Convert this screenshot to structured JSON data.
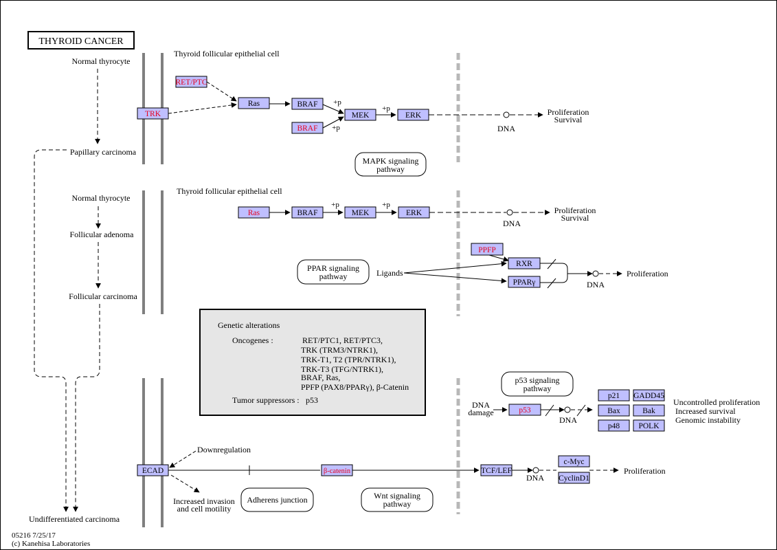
{
  "title": "THYROID  CANCER",
  "footer": {
    "code": "05216 7/25/17",
    "copyright": "(c) Kanehisa Laboratories"
  },
  "colors": {
    "node_fill": "#bfbfff",
    "node_stroke": "#000000",
    "alt_text": "#e6001c",
    "membrane": "#7f7f7f",
    "nucleus": "#b8b8b8",
    "legend_fill": "#e6e6e6"
  },
  "left_column": {
    "normal_thyrocyte_1": "Normal thyrocyte",
    "papillary": "Papillary carcinoma",
    "normal_thyrocyte_2": "Normal thyrocyte",
    "follicular_adenoma": "Follicular adenoma",
    "follicular_carcinoma": "Follicular carcinoma",
    "undifferentiated": "Undifferentiated carcinoma"
  },
  "section1": {
    "cell_label": "Thyroid follicular epithelial cell",
    "nodes": {
      "retptc": "RET/PTC",
      "trk": "TRK",
      "ras": "Ras",
      "braf": "BRAF",
      "braf_mut": "BRAF",
      "mek": "MEK",
      "erk": "ERK"
    },
    "p1": "+p",
    "p2": "+p",
    "p3": "+p",
    "dna": "DNA",
    "outcome_1": "Proliferation",
    "outcome_2": "Survival",
    "pathway": [
      "MAPK signaling",
      "pathway"
    ]
  },
  "section2": {
    "cell_label": "Thyroid follicular epithelial cell",
    "nodes": {
      "ras": "Ras",
      "braf": "BRAF",
      "mek": "MEK",
      "erk": "ERK",
      "pfp": "PPFP",
      "rxr": "RXR",
      "ppar": "PPARγ"
    },
    "p1": "+p",
    "p2": "+p",
    "dna_1": "DNA",
    "dna_2": "DNA",
    "outcome_1": "Proliferation",
    "outcome_2": "Survival",
    "outcome_3": "Proliferation",
    "ligands": "Ligands",
    "pathway": [
      "PPAR signaling",
      "pathway"
    ]
  },
  "legend": {
    "heading": "Genetic alterations",
    "oncogenes_label": "Oncogenes :",
    "oncogenes": [
      "RET/PTC1, RET/PTC3,",
      "TRK (TRM3/NTRK1),",
      "TRK-T1, T2 (TPR/NTRK1),",
      "TRK-T3 (TFG/NTRK1),",
      "BRAF, Ras,",
      "PPFP (PAX8/PPARγ), β-Catenin"
    ],
    "suppressors_label": "Tumor suppressors :",
    "suppressors": "p53"
  },
  "section3": {
    "p53_pathway": [
      "p53 signaling",
      "pathway"
    ],
    "dna_damage": [
      "DNA",
      "damage"
    ],
    "nodes": {
      "p53": "p53",
      "p21": "p21",
      "gadd45": "GADD45",
      "bax": "Bax",
      "bak": "Bak",
      "p48": "p48",
      "polk": "POLK",
      "ecad": "ECAD",
      "bcat": "β-catenin",
      "tcf": "TCF/LEF",
      "cmyc": "c-Myc",
      "cyclind1": "CyclinD1"
    },
    "dna_1": "DNA",
    "dna_2": "DNA",
    "outcomes": [
      "Uncontrolled proliferation",
      "Increased survival",
      "Genomic instability"
    ],
    "downregulation": "Downregulation",
    "invasion": [
      "Increased invasion",
      "and cell motility"
    ],
    "adherens": "Adherens junction",
    "wnt_pathway": [
      "Wnt signaling",
      "pathway"
    ],
    "proliferation": "Proliferation"
  }
}
